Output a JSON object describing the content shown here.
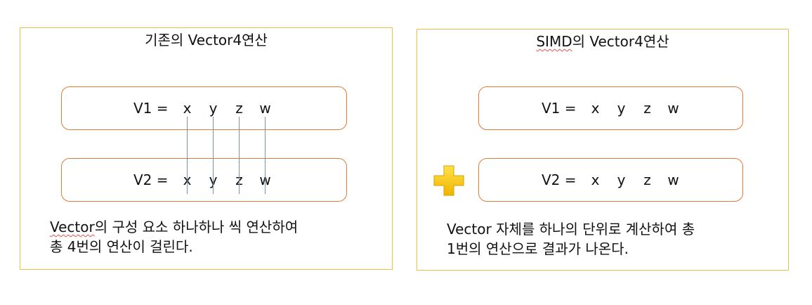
{
  "left_panel": {
    "title": "기존의 Vector4연산",
    "v1": {
      "name": "V1 =",
      "components": [
        "x",
        "y",
        "z",
        "w"
      ]
    },
    "v2": {
      "name": "V2 =",
      "components": [
        "x",
        "y",
        "z",
        "w"
      ]
    },
    "desc_line1_word": "Vector",
    "desc_line1_rest": "의 구성 요소 하나하나 씩 연산하여",
    "desc_line2": "총 4번의 연산이 걸린다."
  },
  "right_panel": {
    "title_word": "SIMD",
    "title_rest": "의 Vector4연산",
    "v1": {
      "name": "V1 =",
      "components": [
        "x",
        "y",
        "z",
        "w"
      ]
    },
    "v2": {
      "name": "V2 =",
      "components": [
        "x",
        "y",
        "z",
        "w"
      ]
    },
    "desc_line1": "Vector 자체를 하나의 단위로 계산하여 총",
    "desc_line2": "1번의 연산으로 결과가 나온다.",
    "plus_icon": "plus-icon"
  },
  "colors": {
    "panel_border": "#e8c14a",
    "vector_box_border": "#e07b39",
    "connector": "#7f8fa6",
    "plus_fill": "#f5c400",
    "spellcheck_underline": "#d9534f"
  }
}
